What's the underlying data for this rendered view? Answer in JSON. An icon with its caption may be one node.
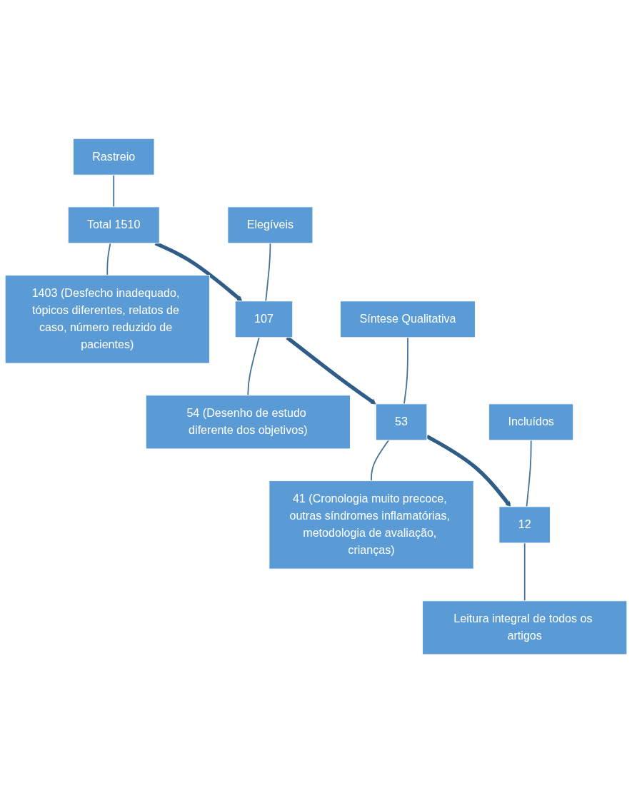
{
  "diagram": {
    "nodes": [
      {
        "text": [
          "Rastreio"
        ]
      },
      {
        "text": [
          "Total 1510"
        ]
      },
      {
        "text": [
          "1403 (Desfecho inadequado, tópicos diferentes, relatos de caso, número reduzido de pacientes)"
        ]
      },
      {
        "text": [
          "Elegíveis"
        ]
      },
      {
        "text": [
          "107"
        ]
      },
      {
        "text": [
          "54 (Desenho de estudo diferente dos objetivos)"
        ]
      },
      {
        "text": [
          "Síntese Qualitativa"
        ]
      },
      {
        "text": [
          "53"
        ]
      },
      {
        "text": [
          "41 (Cronologia muito precoce, outras síndromes inflamatórias, metodologia de avaliação, crianças)"
        ]
      },
      {
        "text": [
          "Incluídos"
        ]
      },
      {
        "text": [
          "12"
        ]
      },
      {
        "text": [
          "Leitura integral de todos os artigos"
        ]
      }
    ],
    "edges": [
      {
        "from": 0,
        "to": 1,
        "arrow": "none"
      },
      {
        "from": 1,
        "to": 2,
        "arrow": "none"
      },
      {
        "from": 1,
        "to": 4,
        "arrow": "to",
        "style": "thick"
      },
      {
        "from": 3,
        "to": 4,
        "arrow": "none"
      },
      {
        "from": 4,
        "to": 5,
        "arrow": "none"
      },
      {
        "from": 4,
        "to": 7,
        "arrow": "to",
        "style": "thick"
      },
      {
        "from": 6,
        "to": 7,
        "arrow": "none"
      },
      {
        "from": 7,
        "to": 8,
        "arrow": "none"
      },
      {
        "from": 7,
        "to": 10,
        "arrow": "to",
        "style": "thick"
      },
      {
        "from": 9,
        "to": 10,
        "arrow": "none"
      },
      {
        "from": 10,
        "to": 11,
        "arrow": "none"
      }
    ]
  }
}
